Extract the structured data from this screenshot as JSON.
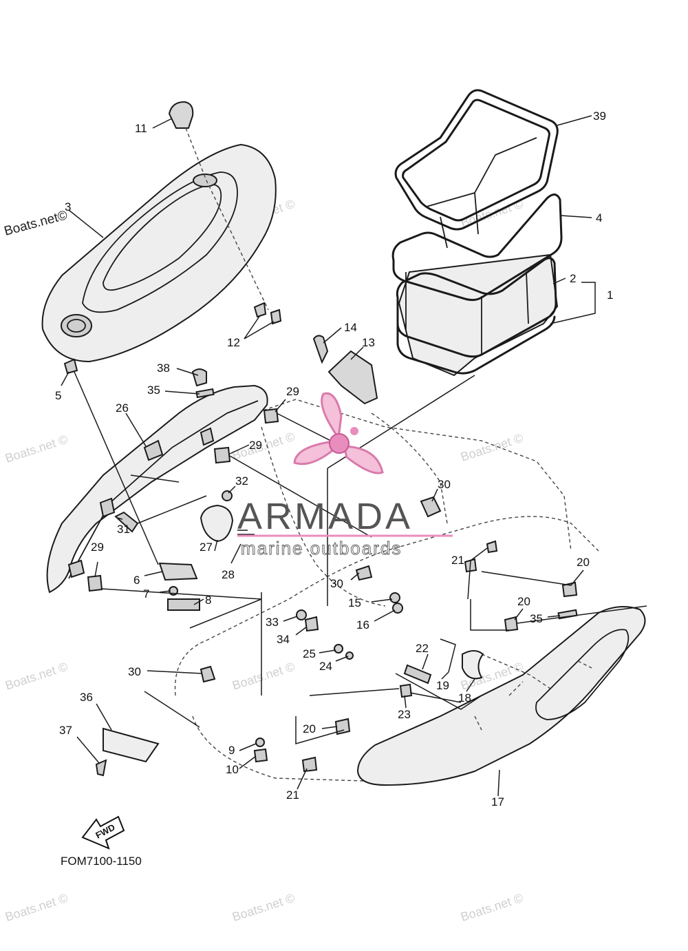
{
  "diagram_code": "FOM7100-1150",
  "fwd_label": "FWD",
  "watermark": {
    "brand_main": "ARMADA",
    "brand_sub": "marine outboards",
    "site_header": "Boats.net©",
    "site_repeat": "Boats.net ©"
  },
  "callouts": [
    {
      "id": "c39",
      "text": "39"
    },
    {
      "id": "c4",
      "text": "4"
    },
    {
      "id": "c2",
      "text": "2"
    },
    {
      "id": "c1",
      "text": "1"
    },
    {
      "id": "c11",
      "text": "11"
    },
    {
      "id": "c3",
      "text": "3"
    },
    {
      "id": "c12",
      "text": "12"
    },
    {
      "id": "c14",
      "text": "14"
    },
    {
      "id": "c13",
      "text": "13"
    },
    {
      "id": "c5",
      "text": "5"
    },
    {
      "id": "c38",
      "text": "38"
    },
    {
      "id": "c35a",
      "text": "35"
    },
    {
      "id": "c26",
      "text": "26"
    },
    {
      "id": "c29a",
      "text": "29"
    },
    {
      "id": "c29b",
      "text": "29"
    },
    {
      "id": "c32",
      "text": "32"
    },
    {
      "id": "c30a",
      "text": "30"
    },
    {
      "id": "c31",
      "text": "31"
    },
    {
      "id": "c29c",
      "text": "29"
    },
    {
      "id": "c27",
      "text": "27"
    },
    {
      "id": "c28",
      "text": "28"
    },
    {
      "id": "c6",
      "text": "6"
    },
    {
      "id": "c7",
      "text": "7"
    },
    {
      "id": "c8",
      "text": "8"
    },
    {
      "id": "c30b",
      "text": "30"
    },
    {
      "id": "c21a",
      "text": "21"
    },
    {
      "id": "c20a",
      "text": "20"
    },
    {
      "id": "c15",
      "text": "15"
    },
    {
      "id": "c16",
      "text": "16"
    },
    {
      "id": "c20b",
      "text": "20"
    },
    {
      "id": "c35b",
      "text": "35"
    },
    {
      "id": "c33",
      "text": "33"
    },
    {
      "id": "c34",
      "text": "34"
    },
    {
      "id": "c22",
      "text": "22"
    },
    {
      "id": "c25",
      "text": "25"
    },
    {
      "id": "c24",
      "text": "24"
    },
    {
      "id": "c19",
      "text": "19"
    },
    {
      "id": "c30c",
      "text": "30"
    },
    {
      "id": "c18",
      "text": "18"
    },
    {
      "id": "c23",
      "text": "23"
    },
    {
      "id": "c36",
      "text": "36"
    },
    {
      "id": "c37",
      "text": "37"
    },
    {
      "id": "c20c",
      "text": "20"
    },
    {
      "id": "c9",
      "text": "9"
    },
    {
      "id": "c10",
      "text": "10"
    },
    {
      "id": "c21b",
      "text": "21"
    },
    {
      "id": "c17",
      "text": "17"
    }
  ]
}
